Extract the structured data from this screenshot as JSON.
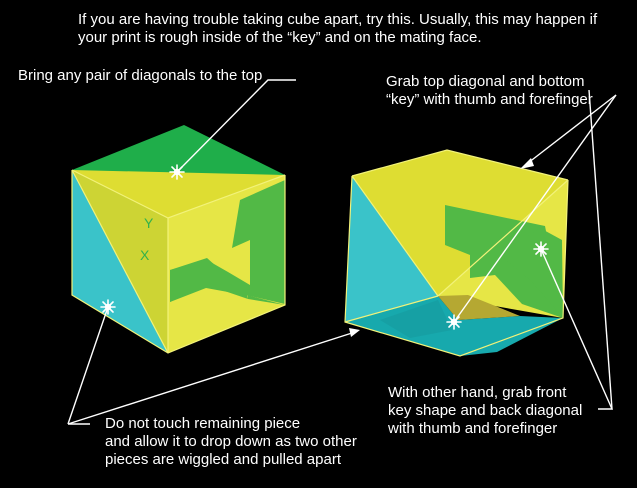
{
  "intro": {
    "lines": [
      "If you are having trouble taking cube apart, try this.  Usually, this may happen if",
      "your print is rough inside of the “key” and on the mating face."
    ]
  },
  "callouts": {
    "bring_pair": "Bring any pair of diagonals to the top",
    "grab_top": [
      "Grab top diagonal and bottom",
      "“key” with thumb and forefinger"
    ],
    "other_hand": [
      "With other hand, grab front",
      "key shape and back diagonal",
      "with thumb and forefinger"
    ],
    "do_not_touch": [
      "Do not touch remaining piece",
      "and allow it to drop down as two other",
      "pieces are wiggled and pulled apart"
    ]
  },
  "axis_labels": {
    "y": "Y",
    "x": "X"
  },
  "colors": {
    "background": "#000000",
    "text": "#ffffff",
    "green": "#1fae4a",
    "green_mid": "#52b946",
    "yellow": "#dedd32",
    "yellow_light": "#e6e646",
    "yellow_dark": "#b5a832",
    "cyan": "#3ac3c9",
    "teal": "#17a9ad",
    "edge": "#f2f27a"
  },
  "icons": [
    "grip-point-icon"
  ]
}
